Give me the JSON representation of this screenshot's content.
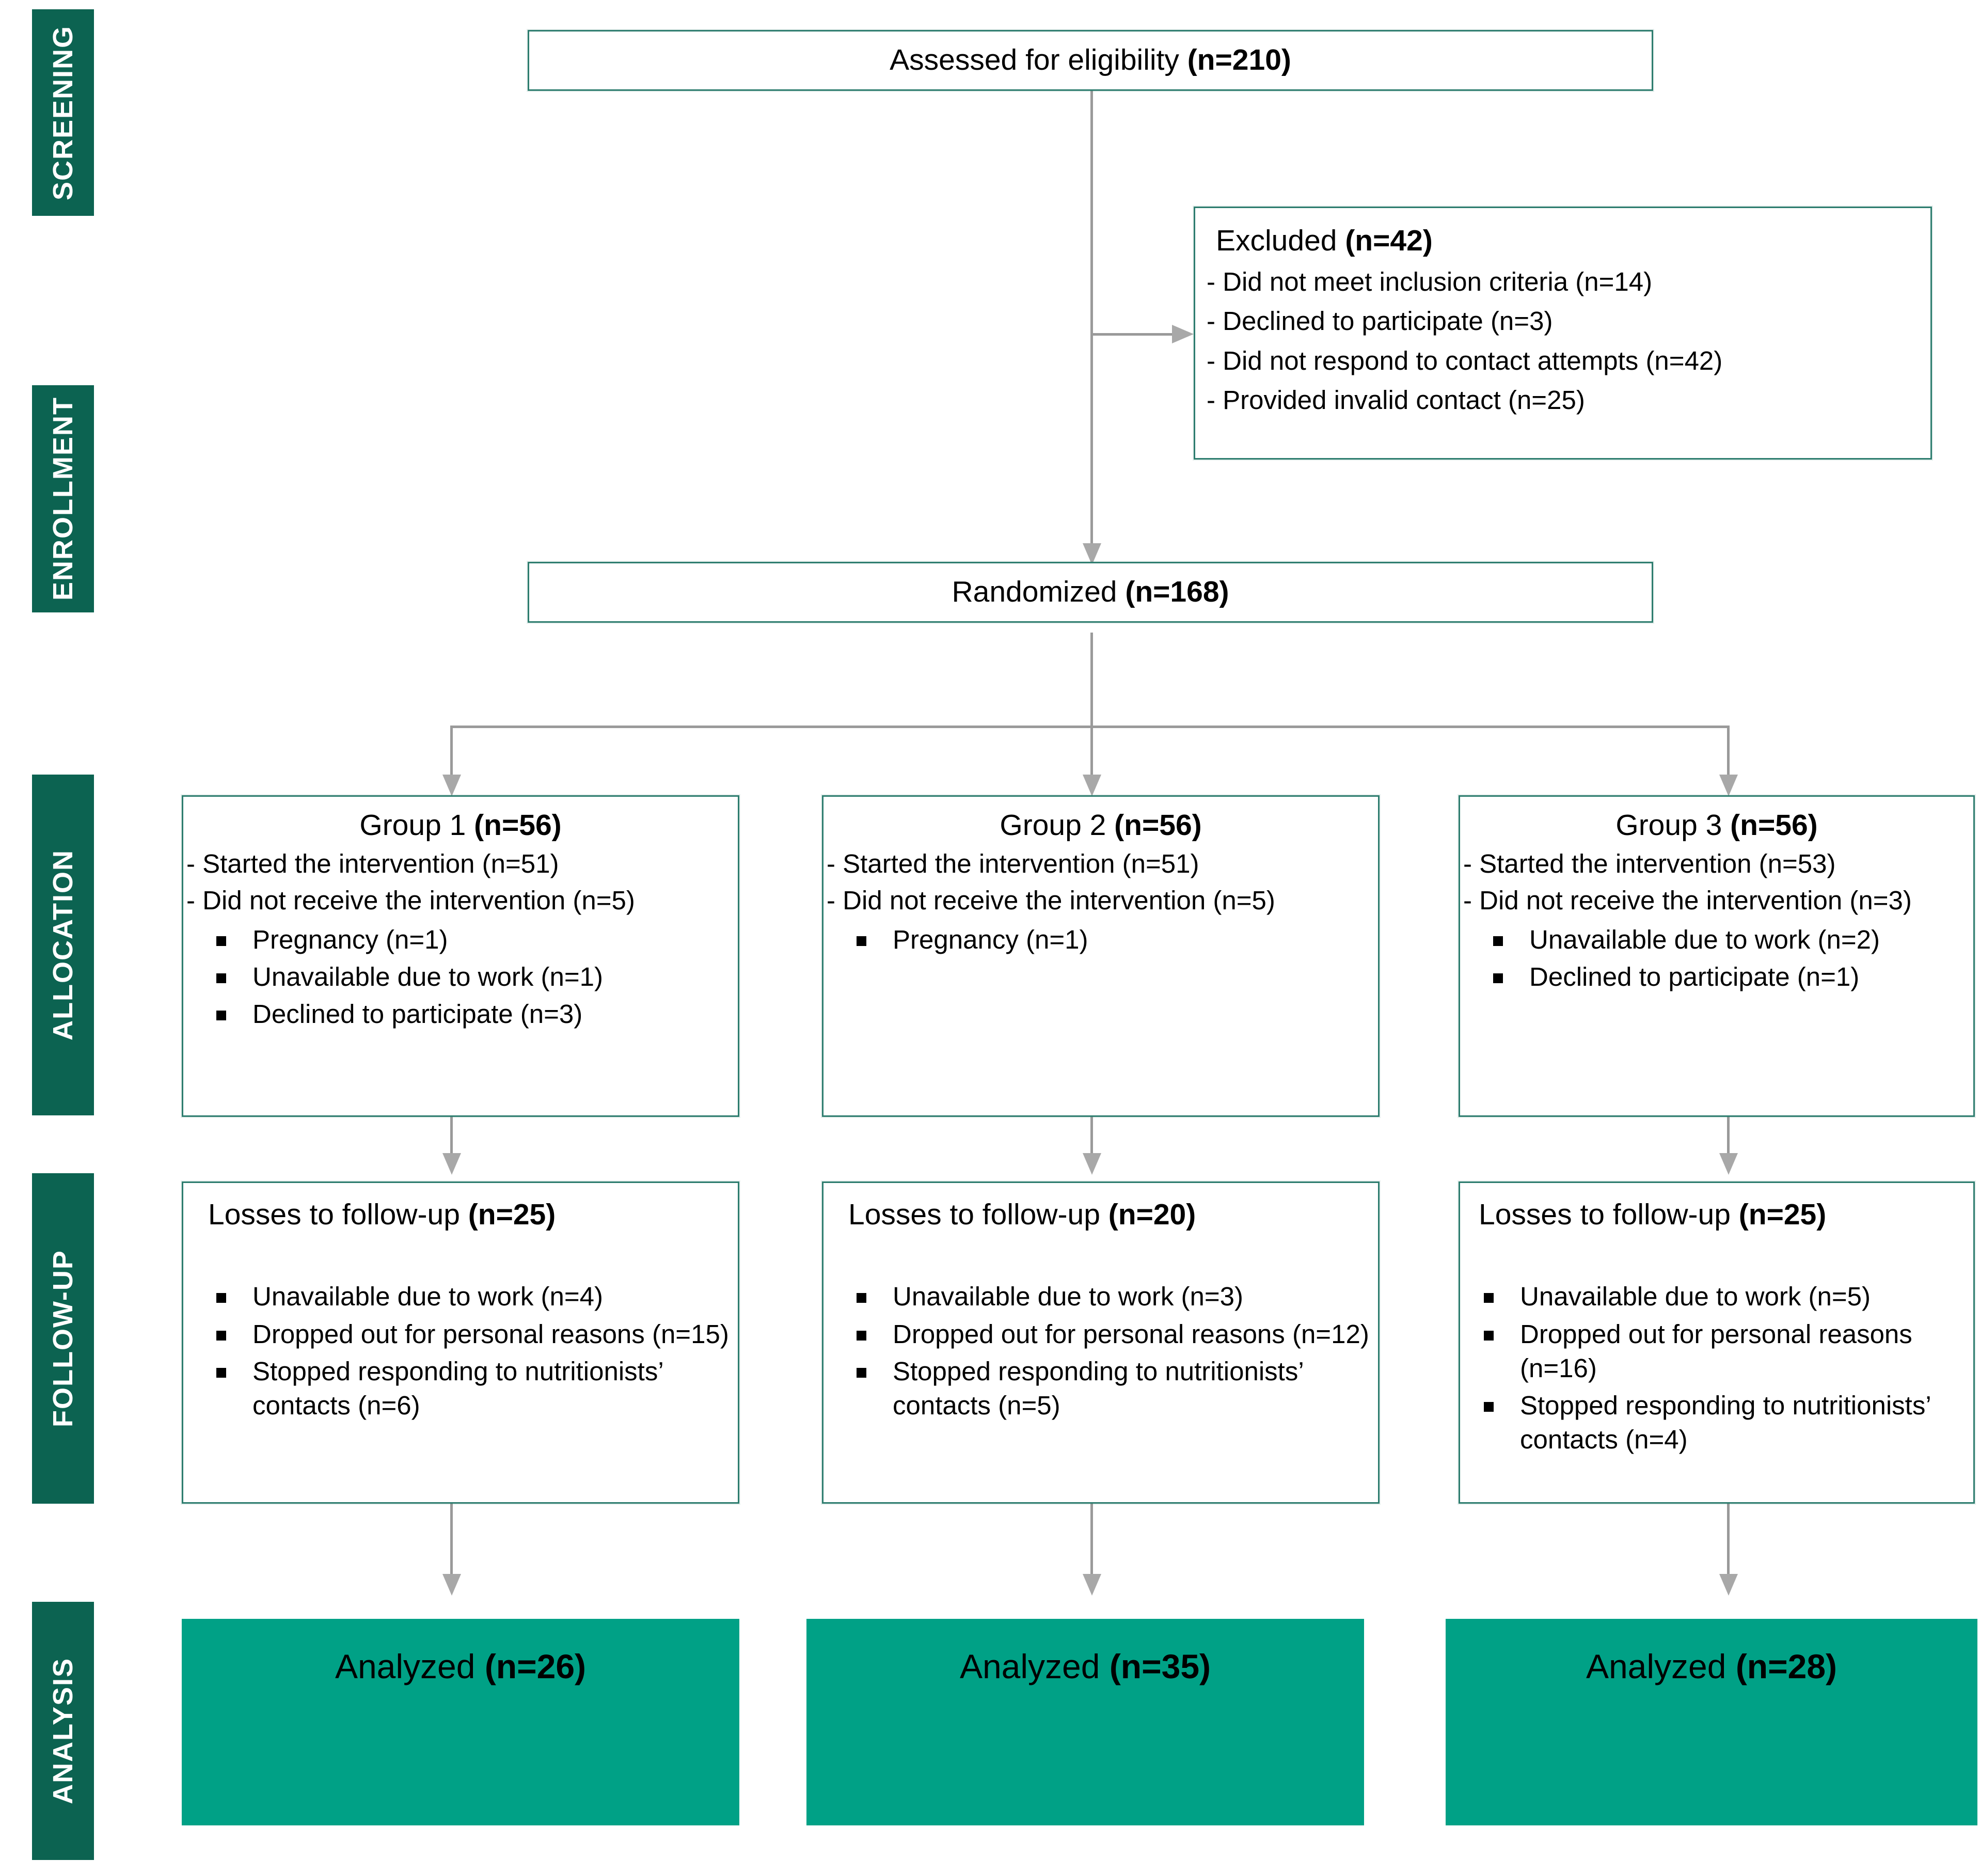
{
  "diagram": {
    "type": "consort-flow-diagram",
    "colors": {
      "stage_bar": "#0c6351",
      "box_border": "#2e7d6f",
      "analyzed_fill": "#00a186",
      "connector": "#9a9a9a",
      "text": "#000000",
      "stage_label_text": "#ffffff"
    }
  },
  "stages": [
    {
      "label": "SCREENING"
    },
    {
      "label": "ENROLLMENT"
    },
    {
      "label": "ALLOCATION"
    },
    {
      "label": "FOLLOW-UP"
    },
    {
      "label": "ANALYSIS"
    }
  ],
  "nodes": {
    "assessed": {
      "title_plain": "Assessed for eligibility ",
      "title_bold": "(n=210)"
    },
    "excluded": {
      "title_plain": "Excluded ",
      "title_bold": "(n=42)",
      "items": [
        "- Did not meet inclusion criteria (n=14)",
        "- Declined to participate (n=3)",
        "- Did not respond to contact attempts (n=42)",
        "- Provided invalid contact (n=25)"
      ]
    },
    "randomized": {
      "title_plain": "Randomized ",
      "title_bold": "(n=168)"
    }
  },
  "allocation": [
    {
      "title_plain": "Group 1 ",
      "title_bold": "(n=56)",
      "dash_items": [
        "- Started the intervention (n=51)",
        "- Did not receive the intervention (n=5)"
      ],
      "bullets": [
        "Pregnancy (n=1)",
        "Unavailable due to work (n=1)",
        "Declined to participate (n=3)"
      ]
    },
    {
      "title_plain": "Group 2 ",
      "title_bold": "(n=56)",
      "dash_items": [
        "- Started the intervention (n=51)",
        "- Did not receive the intervention (n=5)"
      ],
      "bullets": [
        "Pregnancy (n=1)"
      ]
    },
    {
      "title_plain": "Group 3 ",
      "title_bold": "(n=56)",
      "dash_items": [
        "- Started the intervention (n=53)",
        "- Did not receive the intervention (n=3)"
      ],
      "bullets": [
        "Unavailable due to work (n=2)",
        "Declined to participate (n=1)"
      ]
    }
  ],
  "followup": [
    {
      "title_plain": "Losses to follow-up ",
      "title_bold": "(n=25)",
      "bullets": [
        "Unavailable due to work (n=4)",
        "Dropped out for personal reasons (n=15)",
        "Stopped responding to nutritionists’ contacts (n=6)"
      ]
    },
    {
      "title_plain": "Losses to follow-up ",
      "title_bold": "(n=20)",
      "bullets": [
        "Unavailable due to work (n=3)",
        "Dropped out for personal reasons (n=12)",
        "Stopped responding to nutritionists’ contacts (n=5)"
      ]
    },
    {
      "title_plain": "Losses to follow-up ",
      "title_bold": "(n=25)",
      "bullets": [
        "Unavailable due to work (n=5)",
        "Dropped out for personal reasons (n=16)",
        "Stopped responding to nutritionists’ contacts (n=4)"
      ]
    }
  ],
  "analysis": [
    {
      "title_plain": "Analyzed ",
      "title_bold": "(n=26)"
    },
    {
      "title_plain": "Analyzed ",
      "title_bold": "(n=35)"
    },
    {
      "title_plain": "Analyzed ",
      "title_bold": "(n=28)"
    }
  ]
}
